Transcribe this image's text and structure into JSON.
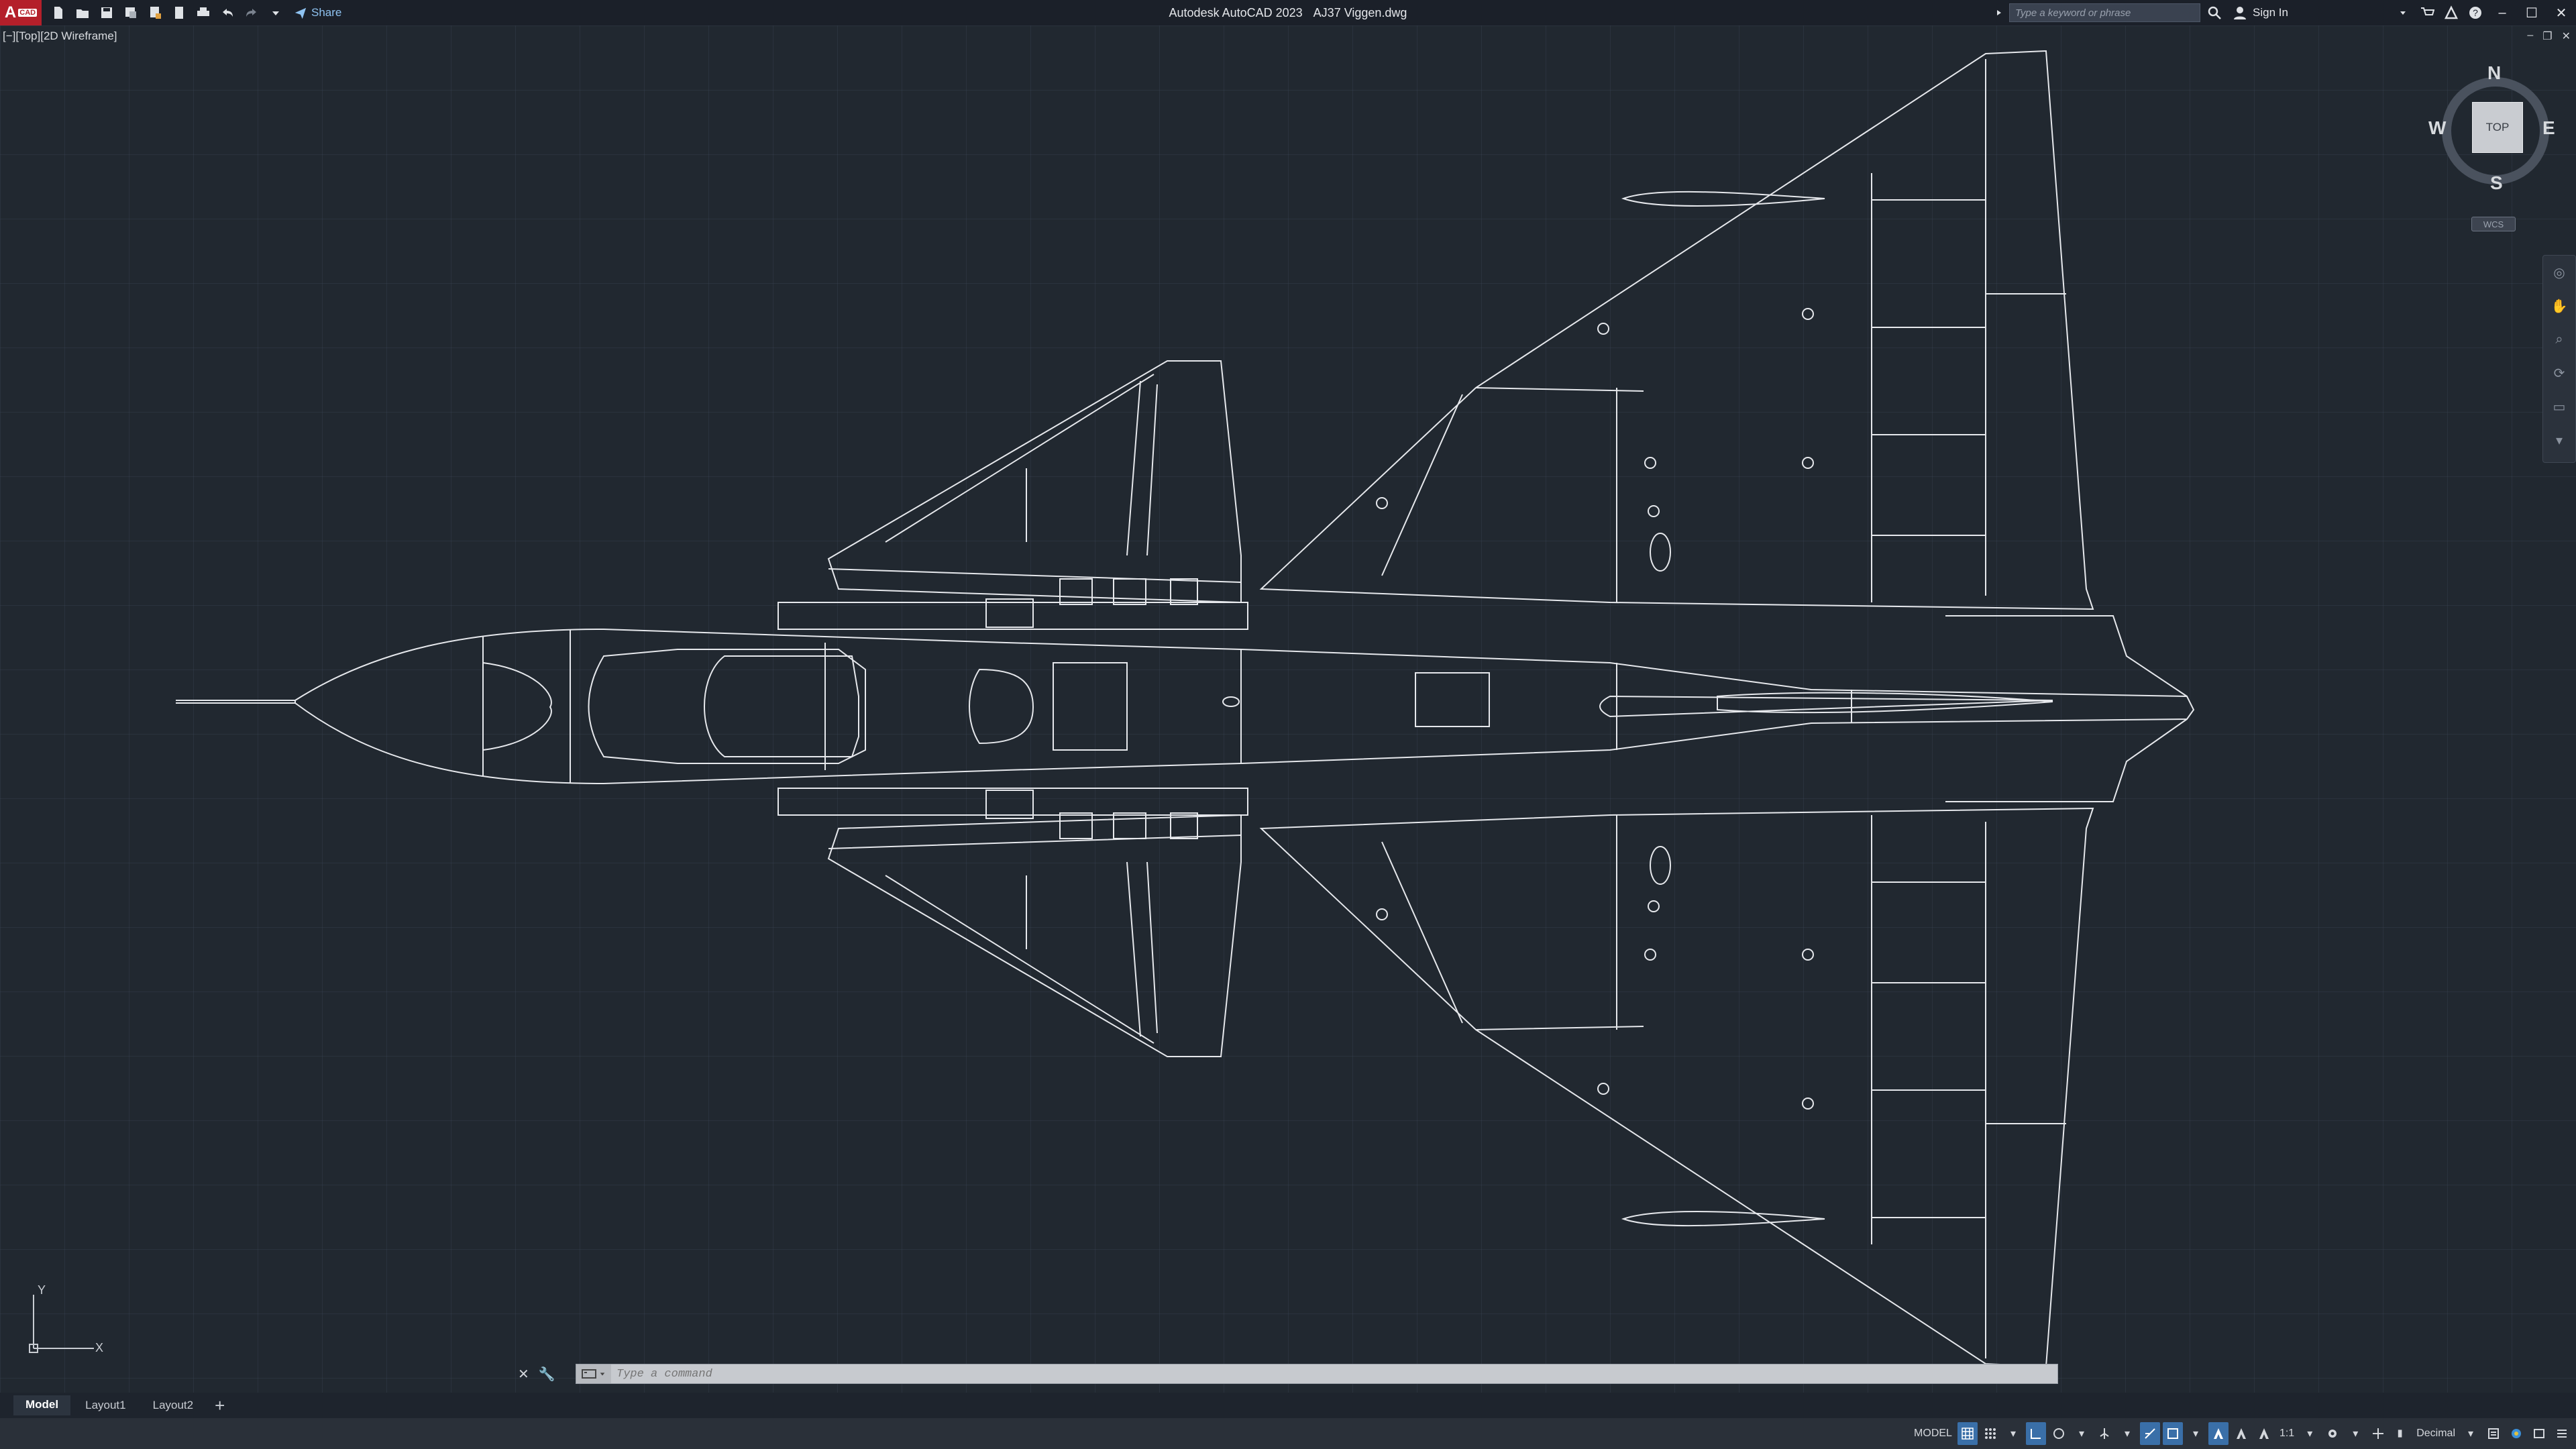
{
  "app": {
    "logo_text": "A",
    "logo_badge": "CAD",
    "title_app": "Autodesk AutoCAD 2023",
    "title_file": "AJ37 Viggen.dwg",
    "share_label": "Share",
    "search_placeholder": "Type a keyword or phrase",
    "sign_in_label": "Sign In"
  },
  "viewport": {
    "view_label": "[−][Top][2D Wireframe]",
    "viewcube": {
      "top": "TOP",
      "north": "N",
      "south": "S",
      "east": "E",
      "west": "W",
      "wcs": "WCS"
    },
    "ucs": {
      "x": "X",
      "y": "Y"
    }
  },
  "command": {
    "placeholder": "Type a command"
  },
  "layout_tabs": [
    {
      "label": "Model",
      "active": true
    },
    {
      "label": "Layout1",
      "active": false
    },
    {
      "label": "Layout2",
      "active": false
    }
  ],
  "status": {
    "model_label": "MODEL",
    "scale_label": "1:1",
    "units_label": "Decimal"
  },
  "colors": {
    "background": "#212830",
    "line": "#e6e8ec",
    "accent": "#3a6fa8",
    "logo": "#b41f2a"
  }
}
